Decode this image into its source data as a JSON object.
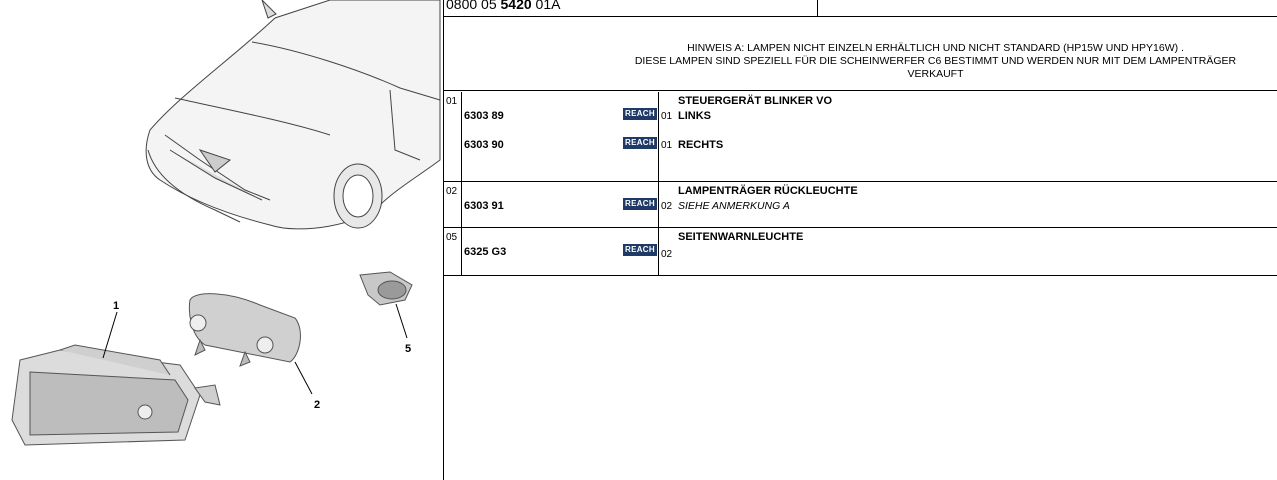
{
  "header": {
    "ref_prefix": "0800 05 ",
    "ref_bold": "5420",
    "ref_suffix": " 01A"
  },
  "note": {
    "line1": "HINWEIS A: LAMPEN NICHT EINZELN ERHÄLTLICH UND NICHT STANDARD (HP15W UND HPY16W) .",
    "line2": "DIESE LAMPEN SIND SPEZIELL FÜR DIE SCHEINWERFER C6 BESTIMMT UND WERDEN NUR MIT DEM LAMPENTRÄGER",
    "line3": "VERKAUFT"
  },
  "callouts": [
    "1",
    "2",
    "5"
  ],
  "badge": "REACH",
  "rows": [
    {
      "index": "01",
      "title": "STEUERGERÄT BLINKER VO",
      "items": [
        {
          "ref": "6303 89",
          "qty": "01",
          "desc": "LINKS"
        },
        {
          "ref": "6303 90",
          "qty": "01",
          "desc": "RECHTS"
        }
      ]
    },
    {
      "index": "02",
      "title": "LAMPENTRÄGER RÜCKLEUCHTE",
      "items": [
        {
          "ref": "6303 91",
          "qty": "02",
          "desc": "SIEHE ANMERKUNG A"
        }
      ]
    },
    {
      "index": "05",
      "title": "SEITENWARNLEUCHTE",
      "items": [
        {
          "ref": "6325 G3",
          "qty": "02",
          "desc": ""
        }
      ]
    }
  ]
}
